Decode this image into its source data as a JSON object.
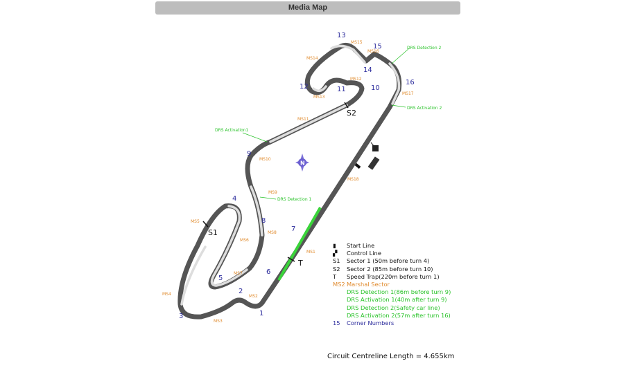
{
  "title": "Media Map",
  "corners": [
    "1",
    "2",
    "3",
    "4",
    "5",
    "6",
    "7",
    "8",
    "9",
    "10",
    "11",
    "12",
    "13",
    "14",
    "15",
    "16"
  ],
  "marshal_sectors": [
    "MS1",
    "MS2",
    "MS3",
    "MS4",
    "MS5",
    "MS6",
    "MS7",
    "MS8",
    "MS9",
    "MS10",
    "MS11",
    "MS12",
    "MS13",
    "MS14",
    "MS15",
    "MS16",
    "MS17",
    "MS18"
  ],
  "markers": {
    "s1": "S1",
    "s2": "S2",
    "t": "T",
    "north": "N"
  },
  "drs_labels": {
    "activation1": "DRS Activation1",
    "detection1": "DRS Detection 1",
    "detection2": "DRS Detection 2",
    "activation2": "DRS Activation 2"
  },
  "legend": [
    {
      "sym": "",
      "text": "Start Line",
      "color": "#111"
    },
    {
      "sym": "",
      "text": "Control Line",
      "color": "#111"
    },
    {
      "sym": "S1",
      "text": "Sector 1   (50m before turn 4)",
      "color": "#111"
    },
    {
      "sym": "S2",
      "text": "Sector 2   (85m before turn 10)",
      "color": "#111"
    },
    {
      "sym": "T",
      "text": "Speed Trap(220m before turn 1)",
      "color": "#111"
    },
    {
      "sym": "MS2",
      "text": "Marshal Sector",
      "color": "#e08a2c"
    },
    {
      "sym": "",
      "text": "DRS Detection 1(86m before turn 9)",
      "color": "#27c227"
    },
    {
      "sym": "",
      "text": "DRS Activation 1(40m after turn 9)",
      "color": "#27c227"
    },
    {
      "sym": "",
      "text": "DRS Detection 2(Safety car line)",
      "color": "#27c227"
    },
    {
      "sym": "",
      "text": "DRS Activation 2(57m after turn 16)",
      "color": "#27c227"
    },
    {
      "sym": "15",
      "text": "Corner Numbers",
      "color": "#2b2b9c"
    }
  ],
  "circuit_length": "Circuit Centreline Length = 4.655km"
}
